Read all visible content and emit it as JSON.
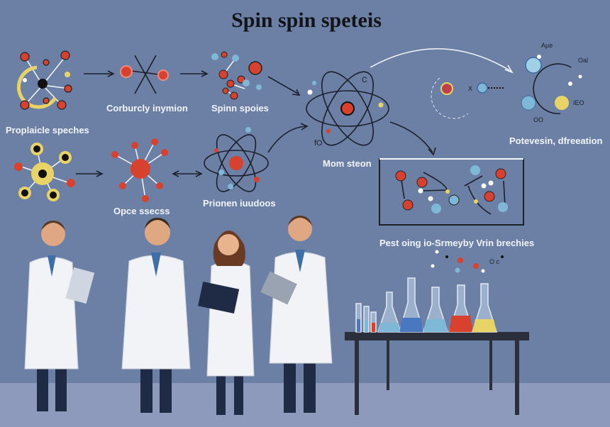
{
  "title": "Spin spin speteis",
  "labels": {
    "proplaicle": "Proplaicle speches",
    "corburcly": "Corburcly inymion",
    "spinn": "Spinn spoies",
    "mom": "Mom steon",
    "potevesin": "Potevesin, dfreeation",
    "opce": "Opce ssecss",
    "prionen": "Prionen iuudoos",
    "pest": "Pest oing io-Srmeyby Vrin brechies"
  },
  "small_labels": {
    "atom_c": "C",
    "atom_fo": "fO",
    "ape": "Aµe",
    "oal": "Oal",
    "ieo": "IEO",
    "oo": "OO",
    "x": "X",
    "oc": "O c"
  },
  "colors": {
    "background": "#6c80a6",
    "floor": "#8d9abb",
    "red": "#d9412f",
    "blue": "#7fb8d6",
    "yellow": "#e8d466",
    "coat": "#f1f3f6"
  }
}
